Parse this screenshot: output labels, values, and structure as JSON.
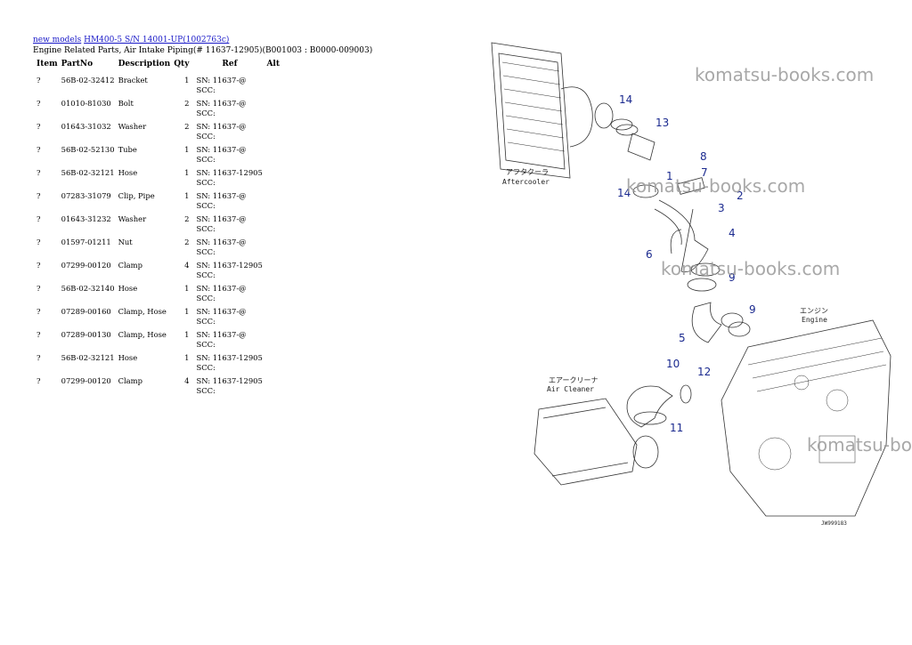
{
  "breadcrumb": {
    "link1": "new models",
    "link2": "HM400-5 S/N 14001-UP(1002763c)"
  },
  "subtitle": "Engine Related Parts, Air Intake Piping(# 11637-12905)(B001003 : B0000-009003)",
  "table": {
    "headers": {
      "item": "Item",
      "partno": "PartNo",
      "description": "Description",
      "qty": "Qty",
      "ref": "Ref",
      "alt": "Alt"
    },
    "rows": [
      {
        "item": "?",
        "partno": "56B-02-32412",
        "description": "Bracket",
        "qty": "1",
        "ref1": "SN: 11637-@",
        "ref2": "SCC:"
      },
      {
        "item": "?",
        "partno": "01010-81030",
        "description": "Bolt",
        "qty": "2",
        "ref1": "SN: 11637-@",
        "ref2": "SCC:"
      },
      {
        "item": "?",
        "partno": "01643-31032",
        "description": "Washer",
        "qty": "2",
        "ref1": "SN: 11637-@",
        "ref2": "SCC:"
      },
      {
        "item": "?",
        "partno": "56B-02-52130",
        "description": "Tube",
        "qty": "1",
        "ref1": "SN: 11637-@",
        "ref2": "SCC:"
      },
      {
        "item": "?",
        "partno": "56B-02-32121",
        "description": "Hose",
        "qty": "1",
        "ref1": "SN: 11637-12905",
        "ref2": "SCC:"
      },
      {
        "item": "?",
        "partno": "07283-31079",
        "description": "Clip, Pipe",
        "qty": "1",
        "ref1": "SN: 11637-@",
        "ref2": "SCC:"
      },
      {
        "item": "?",
        "partno": "01643-31232",
        "description": "Washer",
        "qty": "2",
        "ref1": "SN: 11637-@",
        "ref2": "SCC:"
      },
      {
        "item": "?",
        "partno": "01597-01211",
        "description": "Nut",
        "qty": "2",
        "ref1": "SN: 11637-@",
        "ref2": "SCC:"
      },
      {
        "item": "?",
        "partno": "07299-00120",
        "description": "Clamp",
        "qty": "4",
        "ref1": "SN: 11637-12905",
        "ref2": "SCC:"
      },
      {
        "item": "?",
        "partno": "56B-02-32140",
        "description": "Hose",
        "qty": "1",
        "ref1": "SN: 11637-@",
        "ref2": "SCC:"
      },
      {
        "item": "?",
        "partno": "07289-00160",
        "description": "Clamp, Hose",
        "qty": "1",
        "ref1": "SN: 11637-@",
        "ref2": "SCC:"
      },
      {
        "item": "?",
        "partno": "07289-00130",
        "description": "Clamp, Hose",
        "qty": "1",
        "ref1": "SN: 11637-@",
        "ref2": "SCC:"
      },
      {
        "item": "?",
        "partno": "56B-02-32121",
        "description": "Hose",
        "qty": "1",
        "ref1": "SN: 11637-12905",
        "ref2": "SCC:"
      },
      {
        "item": "?",
        "partno": "07299-00120",
        "description": "Clamp",
        "qty": "4",
        "ref1": "SN: 11637-12905",
        "ref2": "SCC:"
      }
    ]
  },
  "diagram": {
    "label_aftercooler_jp": "アフタクーラ",
    "label_aftercooler": "Aftercooler",
    "label_engine_jp": "エンジン",
    "label_engine": "Engine",
    "label_aircleaner_jp": "エアークリーナ",
    "label_aircleaner": "Air Cleaner",
    "drawing_code": "JW999183",
    "callouts": [
      "14",
      "13",
      "8",
      "7",
      "1",
      "2",
      "14",
      "3",
      "4",
      "6",
      "9",
      "9",
      "5",
      "10",
      "12",
      "11"
    ],
    "callout_color": "#1b2a8f"
  },
  "watermark": "komatsu-books.com",
  "watermark_partial": "komatsu-bo"
}
